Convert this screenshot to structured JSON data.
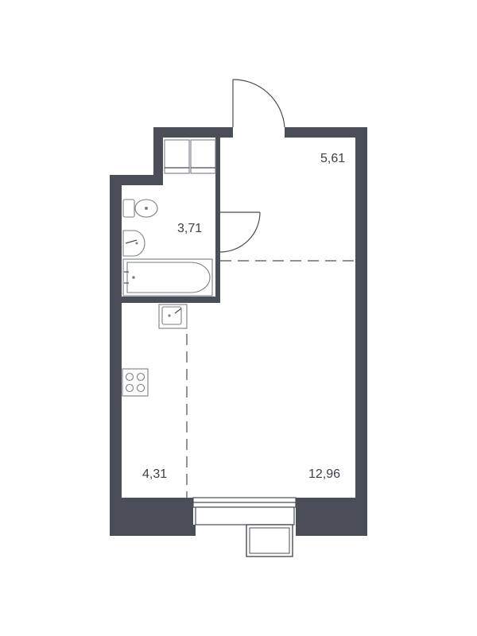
{
  "plan": {
    "rooms": [
      {
        "id": "hall",
        "area": "5,61"
      },
      {
        "id": "bathroom",
        "area": "3,71"
      },
      {
        "id": "kitchen",
        "area": "4,31"
      },
      {
        "id": "living",
        "area": "12,96"
      }
    ]
  },
  "colors": {
    "walls": "#4a4e59",
    "fixtures": "#7a7f89",
    "text": "#3c4048",
    "background": "#ffffff"
  },
  "icons": [
    "entry-door-icon",
    "wardrobe-icon",
    "toilet-icon",
    "washbasin-icon",
    "bathtub-icon",
    "bathroom-door-icon",
    "kitchen-sink-icon",
    "cooktop-icon",
    "balcony-door-icon",
    "balcony-icon"
  ]
}
